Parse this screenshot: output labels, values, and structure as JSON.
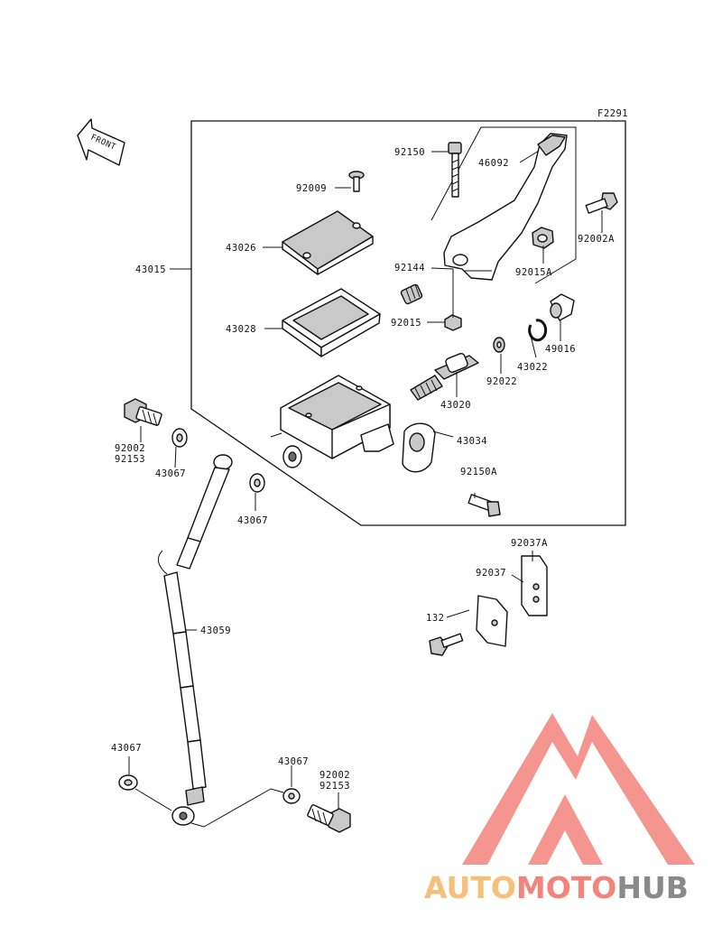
{
  "figure_code": "F2291",
  "front_label": "FRONT",
  "part_labels": {
    "p92150": "92150",
    "p46092": "46092",
    "p92009": "92009",
    "p92002A": "92002A",
    "p43026": "43026",
    "p43015": "43015",
    "p92144": "92144",
    "p92015A": "92015A",
    "p43028": "43028",
    "p92015": "92015",
    "p49016": "49016",
    "p43022": "43022",
    "p92022": "92022",
    "p43020": "43020",
    "p92002_top": "92002",
    "p92153_top": "92153",
    "p43034": "43034",
    "p43067_a": "43067",
    "p92150A": "92150A",
    "p43067_b": "43067",
    "p92037A": "92037A",
    "p92037": "92037",
    "p132": "132",
    "p43059": "43059",
    "p43067_c": "43067",
    "p43067_d": "43067",
    "p92002_bot": "92002",
    "p92153_bot": "92153"
  },
  "watermark": {
    "part1": "AUTO",
    "part2": "MOTO",
    "part3": "HUB",
    "colors": {
      "auto": "#f6c07a",
      "moto": "#f3847c",
      "hub": "#8a8a8a",
      "logo": "#f3847c"
    }
  }
}
